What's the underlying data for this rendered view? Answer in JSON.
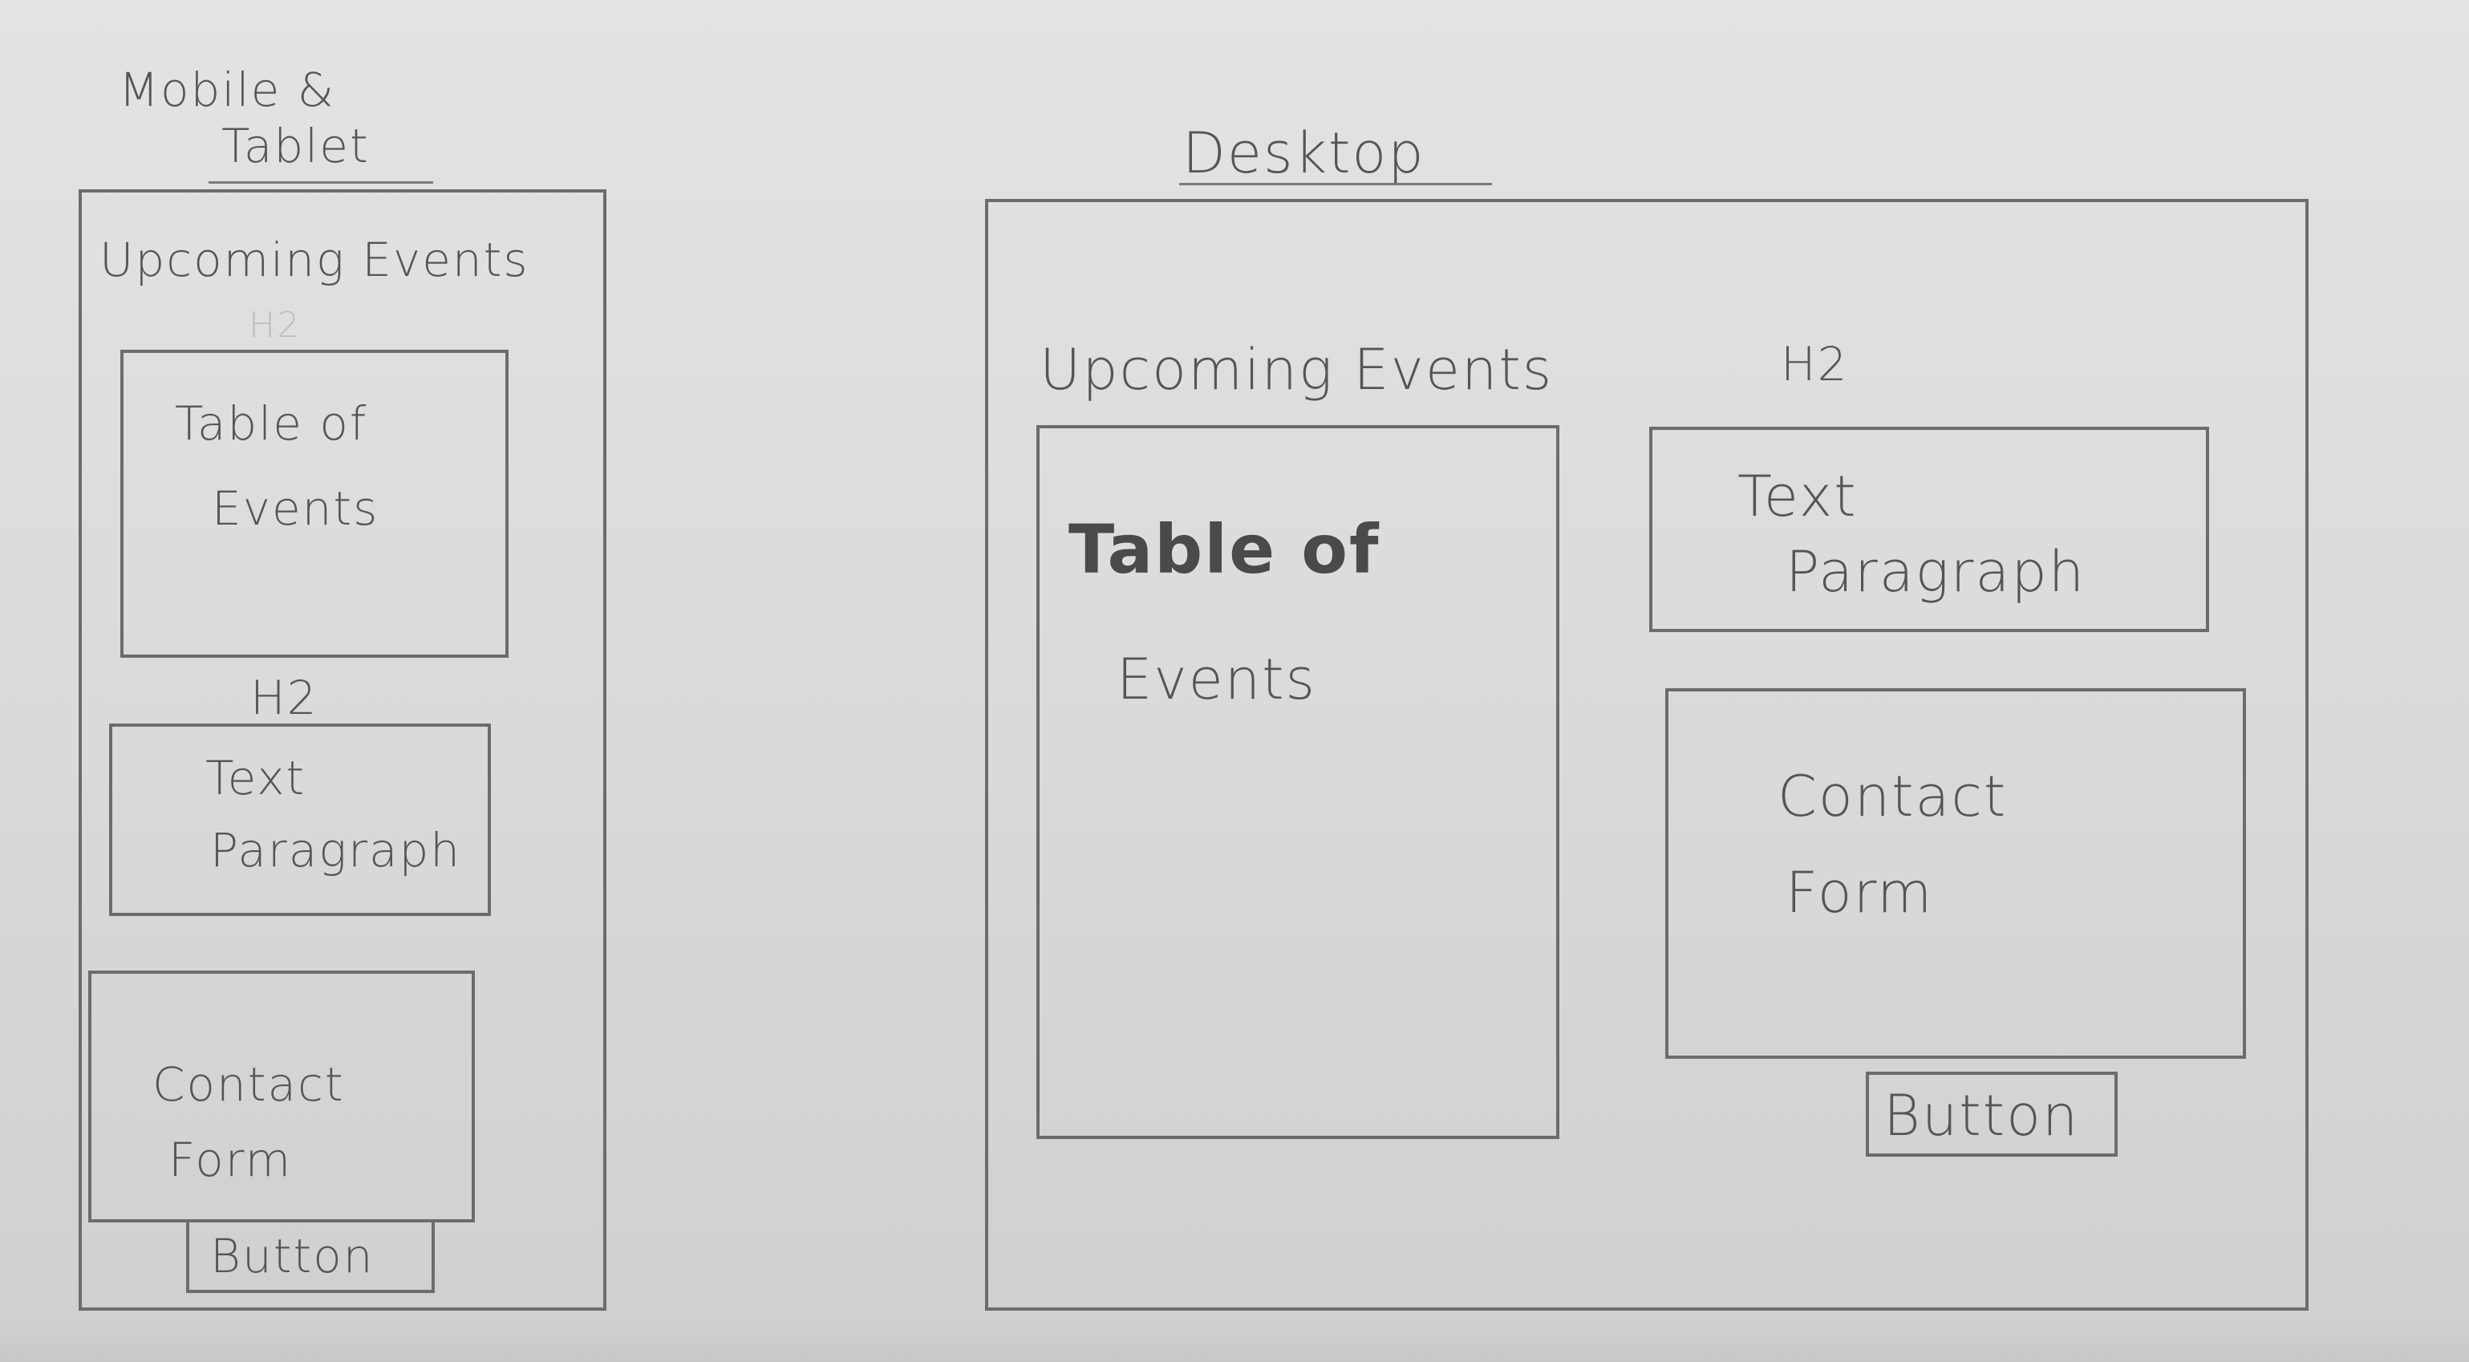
{
  "mobile": {
    "title_line1": "Mobile &",
    "title_line2": "Tablet",
    "heading": "Upcoming Events",
    "heading_tag": "H2",
    "table_line1": "Table of",
    "table_line2": "Events",
    "h2_tag": "H2",
    "text_line1": "Text",
    "text_line2": "Paragraph",
    "form_line1": "Contact",
    "form_line2": "Form",
    "button": "Button"
  },
  "desktop": {
    "title": "Desktop",
    "heading": "Upcoming Events",
    "h2_tag": "H2",
    "table_line1": "Table of",
    "table_line2": "Events",
    "text_line1": "Text",
    "text_line2": "Paragraph",
    "form_line1": "Contact",
    "form_line2": "Form",
    "button": "Button"
  }
}
